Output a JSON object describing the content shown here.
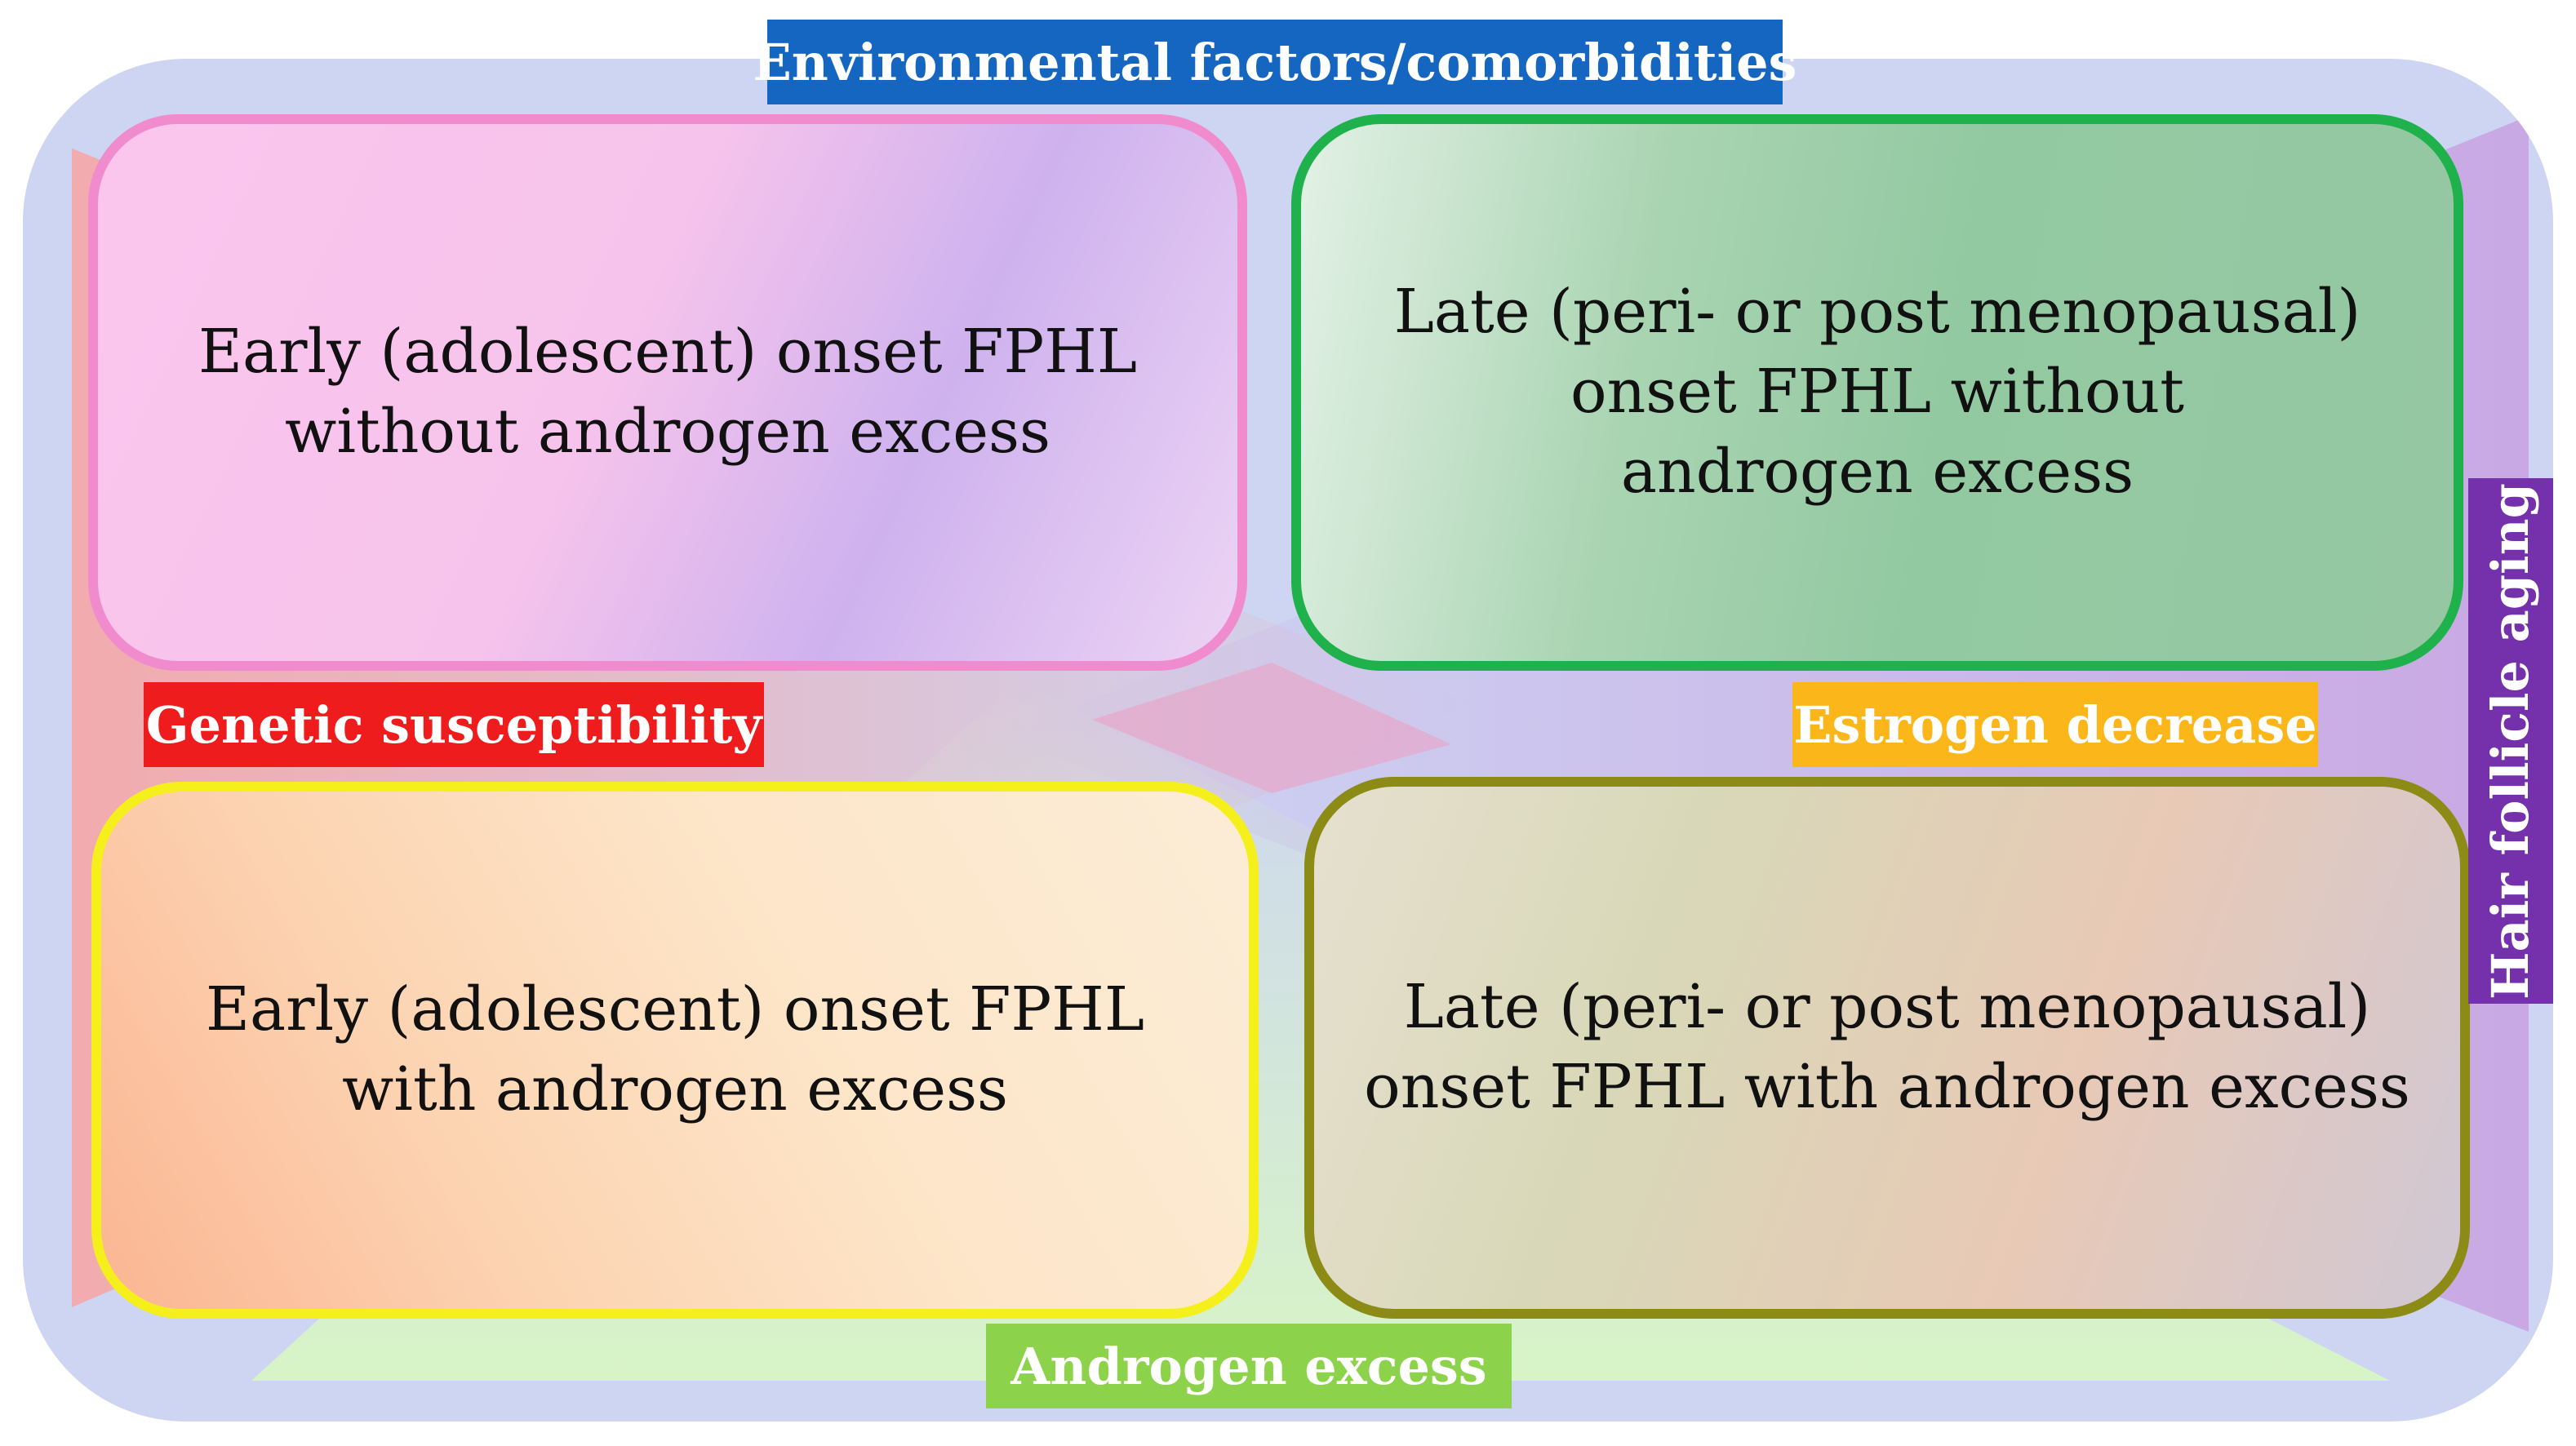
{
  "labels": {
    "environmental": "Environmental factors/comorbidities",
    "genetic": "Genetic susceptibility",
    "estrogen": "Estrogen decrease",
    "androgen": "Androgen excess",
    "hair_aging": "Hair follicle aging"
  },
  "quadrants": {
    "top_left": {
      "line1": "Early (adolescent) onset FPHL",
      "line2": "without androgen excess"
    },
    "top_right": {
      "line1": "Late (peri- or post menopausal)",
      "line2": "onset FPHL without",
      "line3": "androgen excess"
    },
    "bottom_left": {
      "line1": "Early (adolescent) onset FPHL",
      "line2": "with androgen excess"
    },
    "bottom_right": {
      "line1": "Late (peri- or post menopausal)",
      "line2": "onset FPHL with androgen excess"
    }
  },
  "colors": {
    "environmental": "#1566c0",
    "genetic": "#ee1c1c",
    "estrogen": "#fbb61a",
    "androgen": "#8cd24a",
    "hair_aging": "#7431ab",
    "border_top_left": "#f08ccd",
    "border_top_right": "#1fb14b",
    "border_bottom_left": "#f5ef1c",
    "border_bottom_right": "#8b8b16"
  }
}
